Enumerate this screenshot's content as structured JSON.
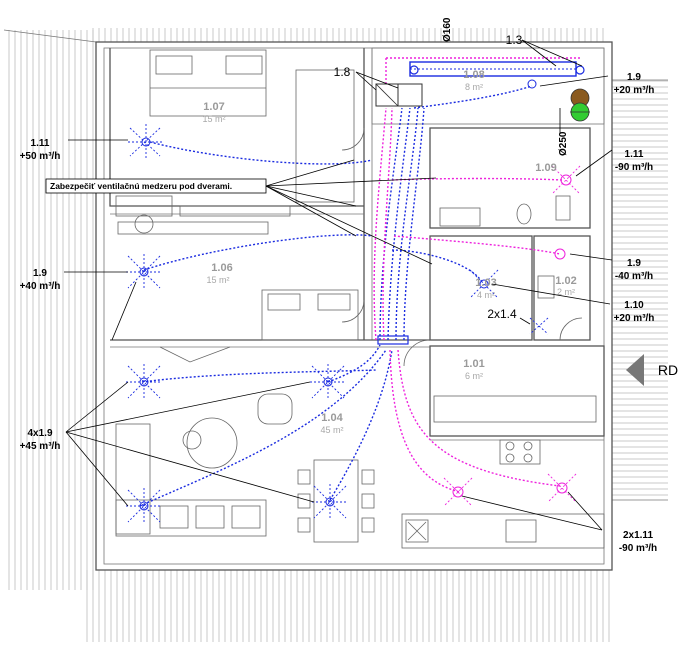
{
  "rooms": [
    {
      "id": "r107",
      "number": "1.07",
      "area": "15 m²"
    },
    {
      "id": "r106",
      "number": "1.06",
      "area": "15 m²"
    },
    {
      "id": "r104",
      "number": "1.04",
      "area": "45 m²"
    },
    {
      "id": "r101",
      "number": "1.01",
      "area": "6 m²"
    },
    {
      "id": "r102",
      "number": "1.02",
      "area": "2 m²"
    },
    {
      "id": "r103",
      "number": "1.03",
      "area": "4 m²"
    },
    {
      "id": "r109",
      "number": "1.09",
      "area": ""
    },
    {
      "id": "r108",
      "number": "1.08",
      "area": "8 m²"
    }
  ],
  "labels": {
    "l111_left": {
      "code": "1.11",
      "flow": "+50 m³/h"
    },
    "l19_left": {
      "code": "1.9",
      "flow": "+40 m³/h"
    },
    "l4x19": {
      "code": "4x1.9",
      "flow": "+45 m³/h"
    },
    "l19_top_right": {
      "code": "1.9",
      "flow": "+20 m³/h"
    },
    "l111_right": {
      "code": "1.11",
      "flow": "-90 m³/h"
    },
    "l19_mid_right": {
      "code": "1.9",
      "flow": "-40 m³/h"
    },
    "l110_right": {
      "code": "1.10",
      "flow": "+20 m³/h"
    },
    "l2x111": {
      "code": "2x1.11",
      "flow": "-90 m³/h"
    },
    "l18": "1.8",
    "l13": "1.3",
    "l2x14": "2x1.4",
    "d160": "Ø160",
    "d250": "Ø250",
    "rd": "RD"
  },
  "note": "Zabezpečiť ventilačnú medzeru pod dverami.",
  "colors": {
    "supply": "#1a2be0",
    "exhaust": "#ee22dd",
    "walls": "#555555"
  }
}
